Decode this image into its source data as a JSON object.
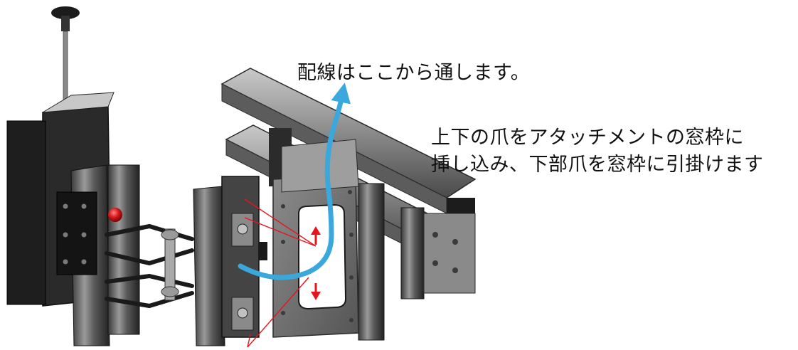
{
  "annotations": {
    "wiring": "配線はここから通します。",
    "hook_line1": "上下の爪をアタッチメントの窓枠に",
    "hook_line2": "挿し込み、下部爪を窓枠に引掛けます"
  },
  "colors": {
    "wiring_arrow": "#3aa8dc",
    "direction_arrow": "#e8141b",
    "leader_line": "#e8141b",
    "steel_dark": "#2a2a2a",
    "steel_mid": "#6e6e6e",
    "steel_light": "#b8b8b8",
    "knob_red": "#d01818"
  }
}
